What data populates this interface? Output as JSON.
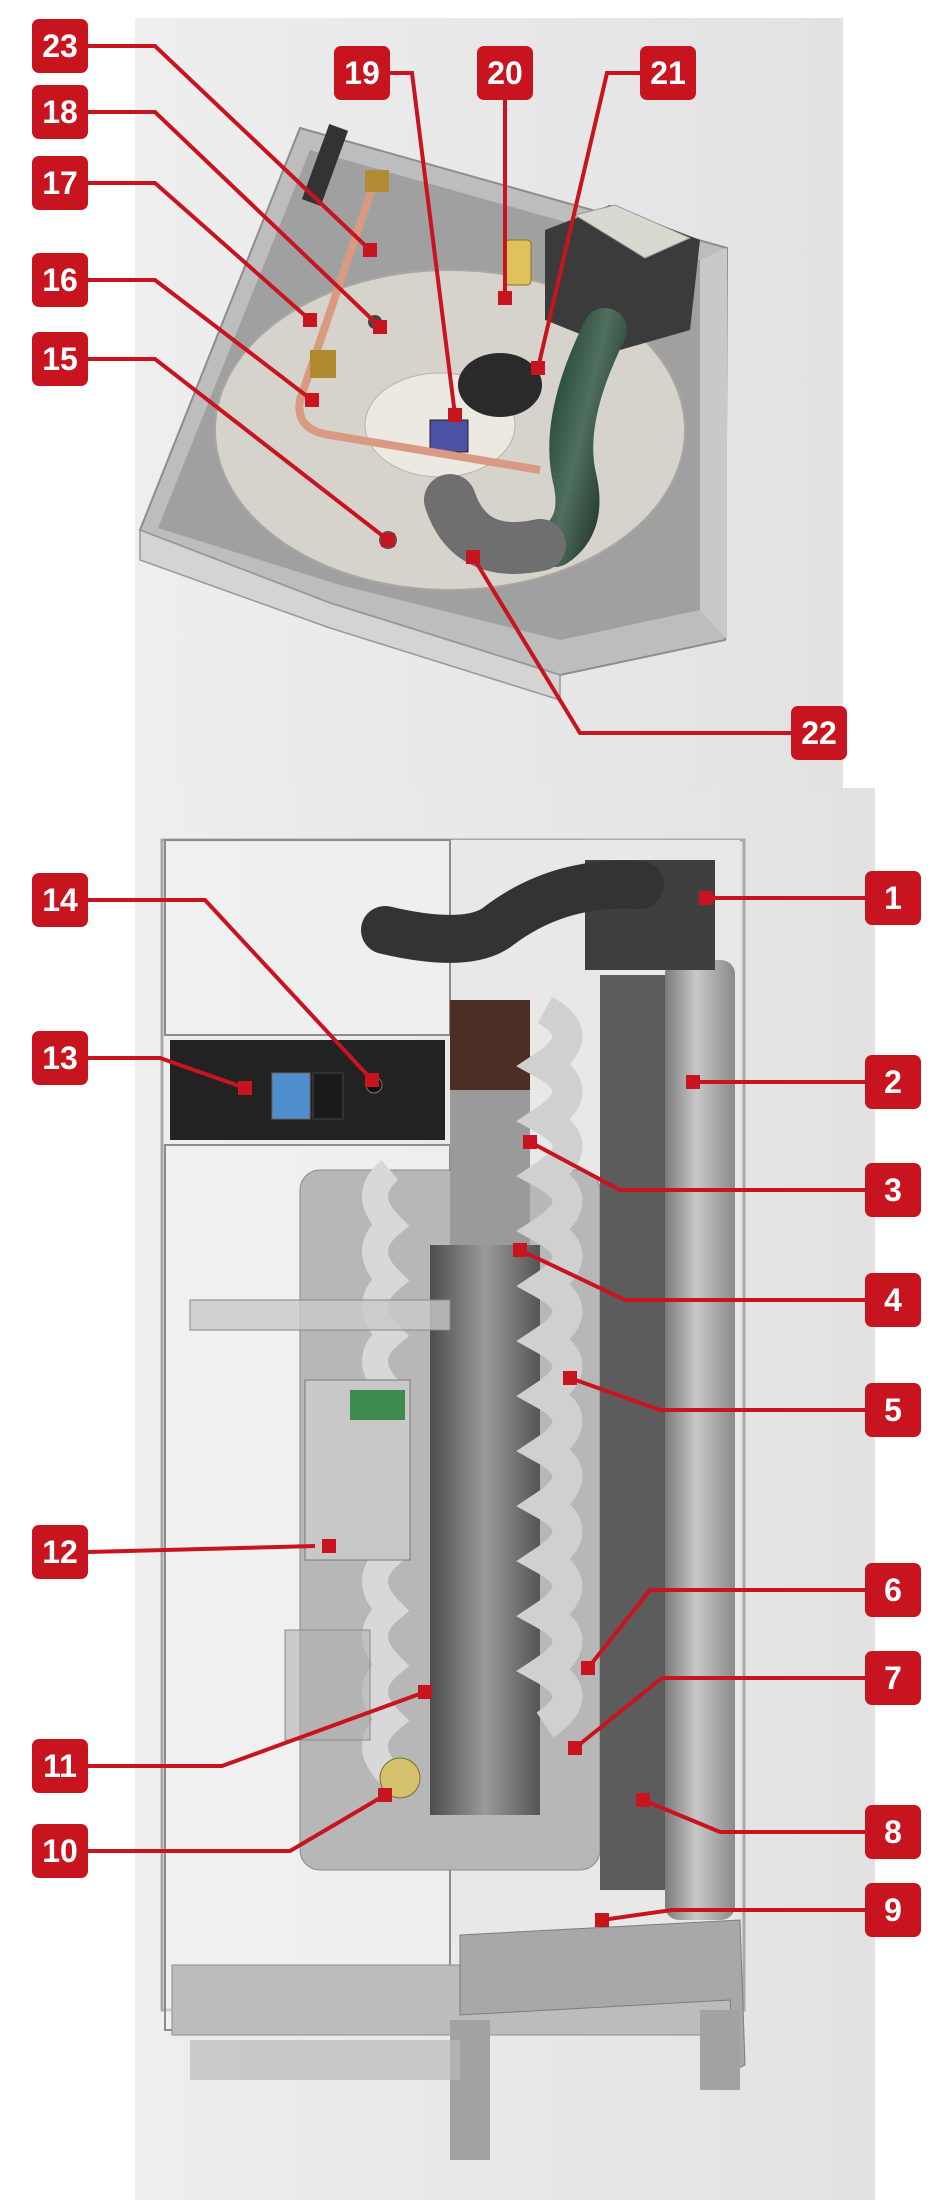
{
  "callouts": {
    "c1": "1",
    "c2": "2",
    "c3": "3",
    "c4": "4",
    "c5": "5",
    "c6": "6",
    "c7": "7",
    "c8": "8",
    "c9": "9",
    "c10": "10",
    "c11": "11",
    "c12": "12",
    "c13": "13",
    "c14": "14",
    "c15": "15",
    "c16": "16",
    "c17": "17",
    "c18": "18",
    "c19": "19",
    "c20": "20",
    "c21": "21",
    "c22": "22",
    "c23": "23"
  },
  "colors": {
    "callout": "#c8141e",
    "leader": "#c8141e",
    "marker": "#c8141e"
  }
}
